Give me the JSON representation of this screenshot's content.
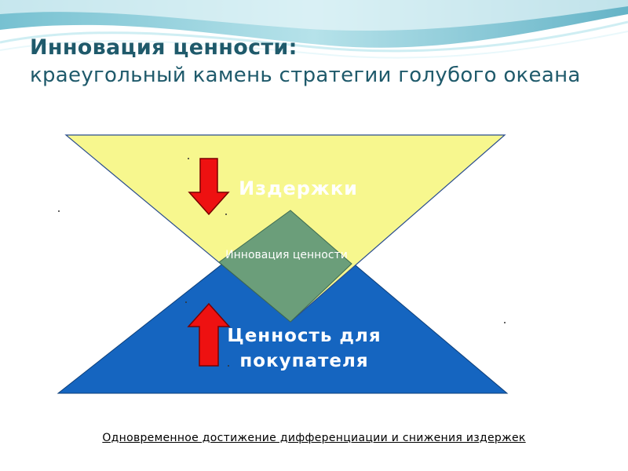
{
  "title": {
    "main": "Инновация ценности:",
    "subtitle": "краеугольный камень стратегии голубого океана"
  },
  "diagram": {
    "costs_label": "Издержки",
    "innovation_label": "Инновация ценности",
    "value_label": "Ценность для покупателя"
  },
  "footer": "Одновременное  достижение дифференциации и снижения издержек",
  "colors": {
    "title_text": "#1f5a6b",
    "costs_triangle": "#f7f78e",
    "value_triangle": "#1565c0",
    "overlap": "#6b9e7a",
    "arrows": "#ee1111",
    "header_wave": "#7fc8d6"
  },
  "icons": [
    "arrow-down-icon",
    "arrow-up-icon"
  ]
}
